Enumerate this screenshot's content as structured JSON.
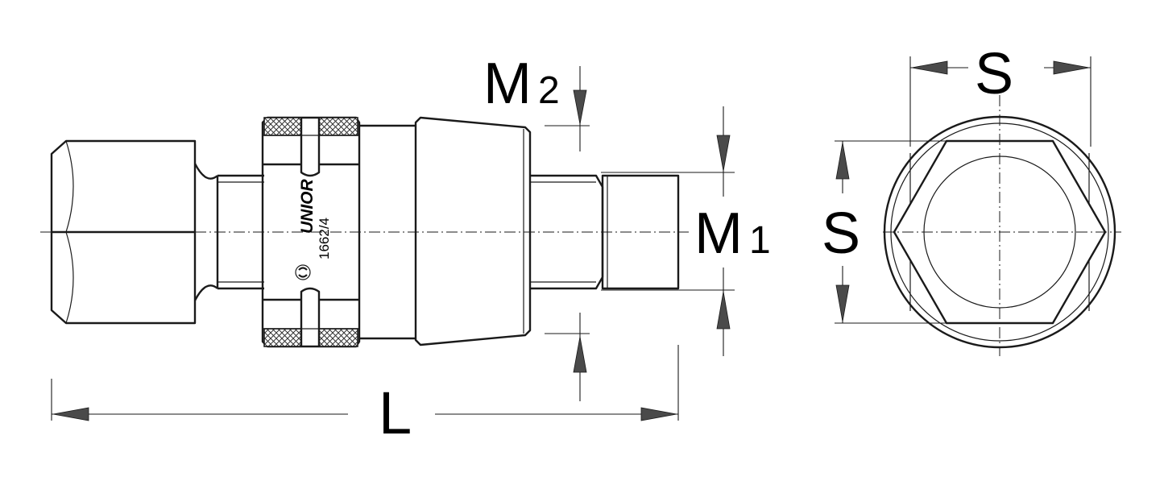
{
  "labels": {
    "m2_main": "M",
    "m2_sub": "2",
    "m1_main": "M",
    "m1_sub": "1",
    "length": "L",
    "side_width": "S",
    "side_height": "S"
  },
  "engraving": {
    "brand": "UNIOR",
    "part_number": "1662/4"
  },
  "icons": [
    "unior-logo-icon"
  ]
}
